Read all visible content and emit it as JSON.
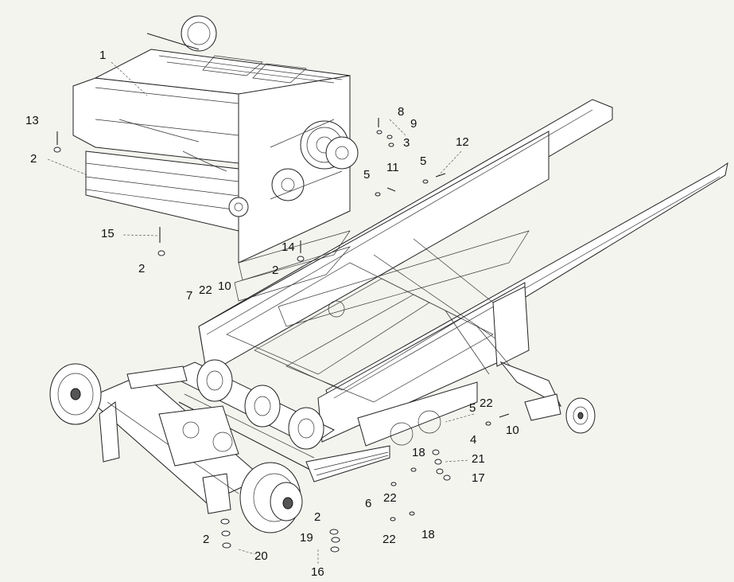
{
  "callouts": [
    {
      "id": "c1",
      "text": "1"
    },
    {
      "id": "c13",
      "text": "13"
    },
    {
      "id": "c2a",
      "text": "2"
    },
    {
      "id": "c15",
      "text": "15"
    },
    {
      "id": "c2b",
      "text": "2"
    },
    {
      "id": "c14",
      "text": "14"
    },
    {
      "id": "c2c",
      "text": "2"
    },
    {
      "id": "c7",
      "text": "7"
    },
    {
      "id": "c22a",
      "text": "22"
    },
    {
      "id": "c10a",
      "text": "10"
    },
    {
      "id": "c8",
      "text": "8"
    },
    {
      "id": "c9",
      "text": "9"
    },
    {
      "id": "c3",
      "text": "3"
    },
    {
      "id": "c11",
      "text": "11"
    },
    {
      "id": "c5a",
      "text": "5"
    },
    {
      "id": "c5b",
      "text": "5"
    },
    {
      "id": "c12",
      "text": "12"
    },
    {
      "id": "c5c",
      "text": "5"
    },
    {
      "id": "c22b",
      "text": "22"
    },
    {
      "id": "c10b",
      "text": "10"
    },
    {
      "id": "c4",
      "text": "4"
    },
    {
      "id": "c21",
      "text": "21"
    },
    {
      "id": "c17",
      "text": "17"
    },
    {
      "id": "c18a",
      "text": "18"
    },
    {
      "id": "c6",
      "text": "6"
    },
    {
      "id": "c22c",
      "text": "22"
    },
    {
      "id": "c18b",
      "text": "18"
    },
    {
      "id": "c22d",
      "text": "22"
    },
    {
      "id": "c2d",
      "text": "2"
    },
    {
      "id": "c19",
      "text": "19"
    },
    {
      "id": "c2e",
      "text": "2"
    },
    {
      "id": "c20",
      "text": "20"
    },
    {
      "id": "c16",
      "text": "16"
    }
  ]
}
